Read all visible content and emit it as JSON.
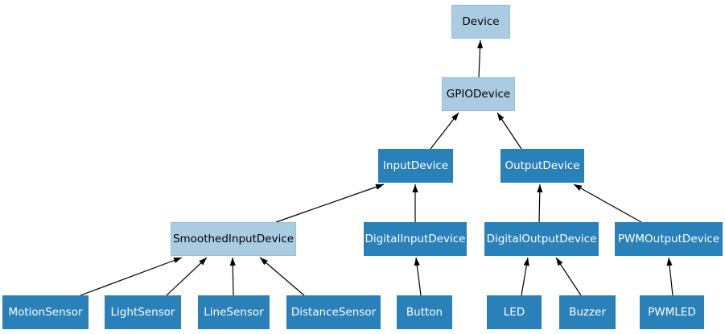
{
  "diagram": {
    "type": "inheritance-diagram",
    "nodes": {
      "device": {
        "label": "Device",
        "kind": "base"
      },
      "gpiodevice": {
        "label": "GPIODevice",
        "kind": "base"
      },
      "inputdevice": {
        "label": "InputDevice",
        "kind": "concrete"
      },
      "outputdevice": {
        "label": "OutputDevice",
        "kind": "concrete"
      },
      "smoothedinputdevice": {
        "label": "SmoothedInputDevice",
        "kind": "base"
      },
      "digitalinputdevice": {
        "label": "DigitalInputDevice",
        "kind": "concrete"
      },
      "digitaloutputdevice": {
        "label": "DigitalOutputDevice",
        "kind": "concrete"
      },
      "pwmoutputdevice": {
        "label": "PWMOutputDevice",
        "kind": "concrete"
      },
      "motionsensor": {
        "label": "MotionSensor",
        "kind": "concrete"
      },
      "lightsensor": {
        "label": "LightSensor",
        "kind": "concrete"
      },
      "linesensor": {
        "label": "LineSensor",
        "kind": "concrete"
      },
      "distancesensor": {
        "label": "DistanceSensor",
        "kind": "concrete"
      },
      "button": {
        "label": "Button",
        "kind": "concrete"
      },
      "led": {
        "label": "LED",
        "kind": "concrete"
      },
      "buzzer": {
        "label": "Buzzer",
        "kind": "concrete"
      },
      "pwmled": {
        "label": "PWMLED",
        "kind": "concrete"
      }
    },
    "edges": [
      {
        "from": "GPIODevice",
        "to": "Device"
      },
      {
        "from": "InputDevice",
        "to": "GPIODevice"
      },
      {
        "from": "OutputDevice",
        "to": "GPIODevice"
      },
      {
        "from": "SmoothedInputDevice",
        "to": "InputDevice"
      },
      {
        "from": "DigitalInputDevice",
        "to": "InputDevice"
      },
      {
        "from": "DigitalOutputDevice",
        "to": "OutputDevice"
      },
      {
        "from": "PWMOutputDevice",
        "to": "OutputDevice"
      },
      {
        "from": "MotionSensor",
        "to": "SmoothedInputDevice"
      },
      {
        "from": "LightSensor",
        "to": "SmoothedInputDevice"
      },
      {
        "from": "LineSensor",
        "to": "SmoothedInputDevice"
      },
      {
        "from": "DistanceSensor",
        "to": "SmoothedInputDevice"
      },
      {
        "from": "Button",
        "to": "DigitalInputDevice"
      },
      {
        "from": "LED",
        "to": "DigitalOutputDevice"
      },
      {
        "from": "Buzzer",
        "to": "DigitalOutputDevice"
      },
      {
        "from": "PWMLED",
        "to": "PWMOutputDevice"
      }
    ],
    "colors": {
      "base_fill": "#a9cce3",
      "base_text": "#000000",
      "concrete_fill": "#2a80b9",
      "concrete_text": "#ffffff",
      "edge": "#000000",
      "background": "#ffffff"
    }
  }
}
